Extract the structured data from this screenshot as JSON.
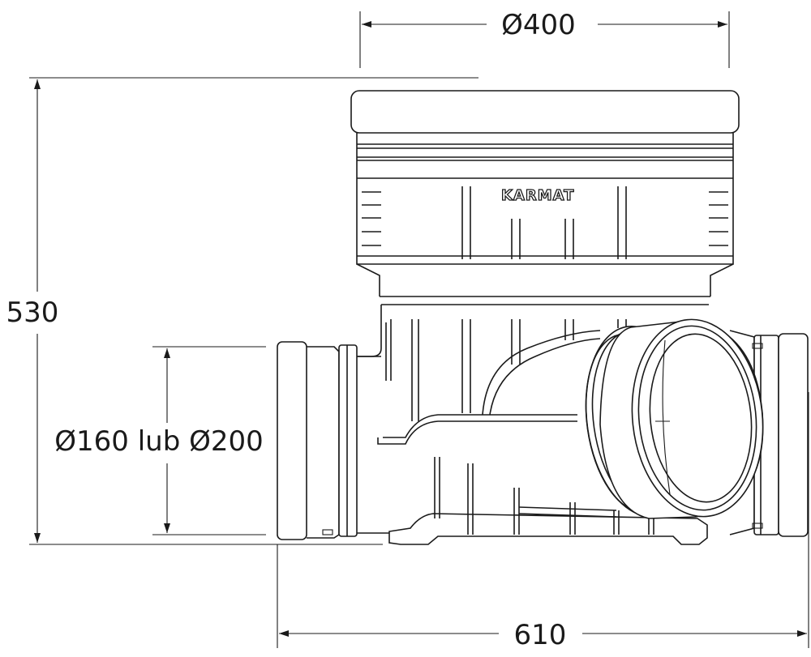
{
  "dimensions": {
    "top_diameter": "Ø400",
    "height": "530",
    "side_diameter": "Ø160 lub Ø200",
    "width": "610"
  },
  "brand": {
    "logo_text": "KARMAT"
  }
}
